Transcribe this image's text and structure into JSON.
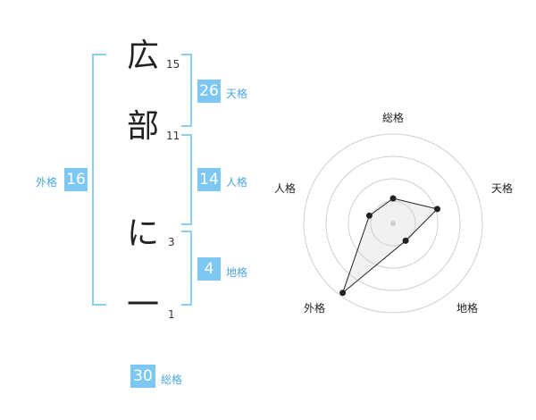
{
  "name_chars": [
    {
      "char": "広",
      "strokes": "15"
    },
    {
      "char": "部",
      "strokes": "11"
    },
    {
      "char": "に",
      "strokes": "3"
    },
    {
      "char": "一",
      "strokes": "1"
    }
  ],
  "kakusu": {
    "tenkaku": {
      "value": "26",
      "label": "天格"
    },
    "jinkaku": {
      "value": "14",
      "label": "人格"
    },
    "chikaku": {
      "value": "4",
      "label": "地格"
    },
    "gaikaku": {
      "value": "16",
      "label": "外格"
    },
    "soukaku": {
      "value": "30",
      "label": "総格"
    }
  },
  "radar": {
    "labels": {
      "top": "総格",
      "right": "天格",
      "bottom_right": "地格",
      "bottom_left": "外格",
      "left": "人格"
    },
    "rings": 4,
    "values": {
      "soukaku": 0.28,
      "tenkaku": 0.52,
      "chikaku": 0.24,
      "gaikaku": 0.96,
      "jinkaku": 0.28
    }
  },
  "colors": {
    "accent": "#7dc8f2",
    "bracket": "#8ccff5",
    "label": "#4aa8e0"
  }
}
